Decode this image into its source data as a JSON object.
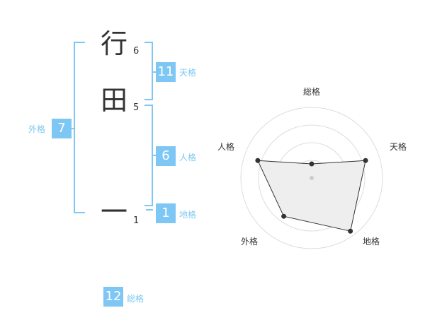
{
  "name": {
    "characters": [
      {
        "char": "行",
        "strokes": "6"
      },
      {
        "char": "田",
        "strokes": "5"
      },
      {
        "char": "一",
        "strokes": "1"
      }
    ]
  },
  "fortunes": {
    "tenkaku": {
      "value": "11",
      "label": "天格"
    },
    "jinkaku": {
      "value": "6",
      "label": "人格"
    },
    "chikaku": {
      "value": "1",
      "label": "地格"
    },
    "gaikaku": {
      "value": "7",
      "label": "外格"
    },
    "soukaku": {
      "value": "12",
      "label": "総格"
    }
  },
  "colors": {
    "accent": "#7ec7f4",
    "text": "#333333",
    "grid": "#dddddd"
  },
  "chart_data": {
    "type": "radar",
    "axes": [
      "総格",
      "天格",
      "地格",
      "外格",
      "人格"
    ],
    "values": [
      0.2,
      0.8,
      0.93,
      0.67,
      0.8
    ],
    "range": [
      0,
      1
    ],
    "rings": 4
  }
}
